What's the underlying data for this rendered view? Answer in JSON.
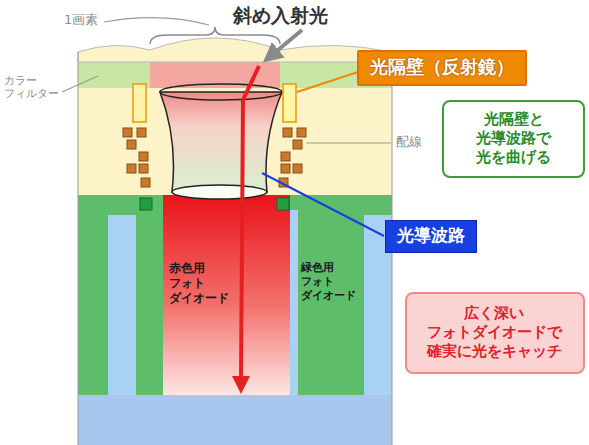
{
  "diagram": {
    "nodes": [
      {
        "text": [
          "光隔壁（反射鏡）"
        ]
      },
      {
        "text": [
          "光隔壁と 光導波路で 光を曲げる"
        ]
      },
      {
        "text": [
          "光導波路"
        ]
      },
      {
        "text": [
          "赤色用 フォト ダイオード"
        ]
      },
      {
        "text": [
          "緑色用 フォト ダイオード"
        ]
      },
      {
        "text": [
          "広く深い フォトダイオードで 確実に光をキャッチ"
        ]
      }
    ],
    "labels": [
      "1画素",
      "斜め入射光",
      "カラー フィルター",
      "配線"
    ]
  }
}
